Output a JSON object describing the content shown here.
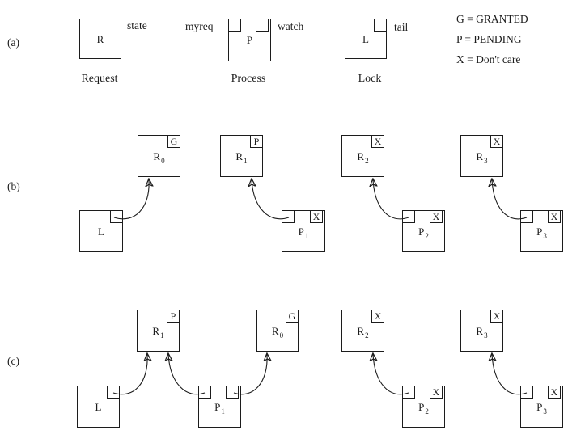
{
  "figure": {
    "row_a_label": "(a)",
    "row_b_label": "(b)",
    "row_c_label": "(c)"
  },
  "legend": {
    "line1": "G = GRANTED",
    "line2": "P = PENDING",
    "line3": "X = Don't care"
  },
  "schema": {
    "request": {
      "letter": "R",
      "field_label": "state",
      "caption": "Request"
    },
    "process": {
      "letter": "P",
      "left_field_label": "myreq",
      "right_field_label": "watch",
      "caption": "Process"
    },
    "lock": {
      "letter": "L",
      "field_label": "tail",
      "caption": "Lock"
    }
  },
  "row_b": {
    "r0": {
      "name": "R",
      "sub": "0",
      "state": "G"
    },
    "r1": {
      "name": "R",
      "sub": "1",
      "state": "P"
    },
    "r2": {
      "name": "R",
      "sub": "2",
      "state": "X"
    },
    "r3": {
      "name": "R",
      "sub": "3",
      "state": "X"
    },
    "lock": {
      "name": "L"
    },
    "p1": {
      "name": "P",
      "sub": "1",
      "watch": "X"
    },
    "p2": {
      "name": "P",
      "sub": "2",
      "watch": "X"
    },
    "p3": {
      "name": "P",
      "sub": "3",
      "watch": "X"
    }
  },
  "row_c": {
    "r1": {
      "name": "R",
      "sub": "1",
      "state": "P"
    },
    "r0": {
      "name": "R",
      "sub": "0",
      "state": "G"
    },
    "r2": {
      "name": "R",
      "sub": "2",
      "state": "X"
    },
    "r3": {
      "name": "R",
      "sub": "3",
      "state": "X"
    },
    "lock": {
      "name": "L"
    },
    "p1": {
      "name": "P",
      "sub": "1"
    },
    "p2": {
      "name": "P",
      "sub": "2",
      "watch": "X"
    },
    "p3": {
      "name": "P",
      "sub": "3",
      "watch": "X"
    }
  }
}
